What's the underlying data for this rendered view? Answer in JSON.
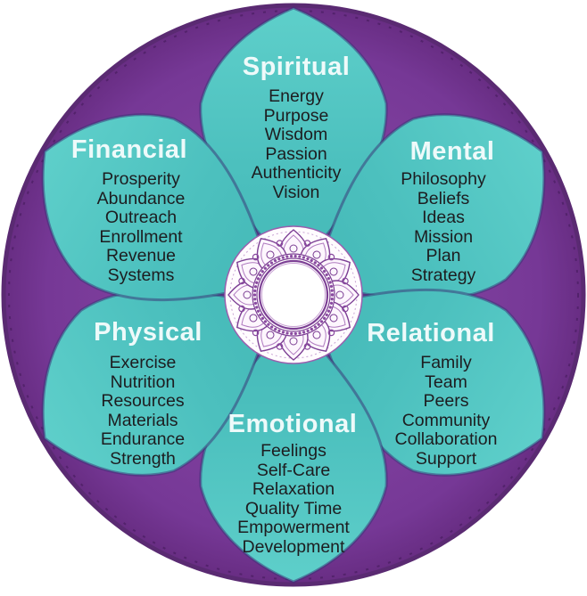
{
  "colors": {
    "petal_teal": "#4cc0be",
    "circle_purple": "#7b3a97",
    "rim_purple": "#5a2a72",
    "title_text": "#eefafa",
    "item_text": "#1d1d20",
    "mandala_line": "#7c3f94"
  },
  "center": {
    "icon": "mandala-icon"
  },
  "sections": {
    "spiritual": {
      "label": "Spiritual",
      "items": [
        "Energy",
        "Purpose",
        "Wisdom",
        "Passion",
        "Authenticity",
        "Vision"
      ]
    },
    "mental": {
      "label": "Mental",
      "items": [
        "Philosophy",
        "Beliefs",
        "Ideas",
        "Mission",
        "Plan",
        "Strategy"
      ]
    },
    "relational": {
      "label": "Relational",
      "items": [
        "Family",
        "Team",
        "Peers",
        "Community",
        "Collaboration",
        "Support"
      ]
    },
    "emotional": {
      "label": "Emotional",
      "items": [
        "Feelings",
        "Self-Care",
        "Relaxation",
        "Quality Time",
        "Empowerment",
        "Development"
      ]
    },
    "physical": {
      "label": "Physical",
      "items": [
        "Exercise",
        "Nutrition",
        "Resources",
        "Materials",
        "Endurance",
        "Strength"
      ]
    },
    "financial": {
      "label": "Financial",
      "items": [
        "Prosperity",
        "Abundance",
        "Outreach",
        "Enrollment",
        "Revenue",
        "Systems"
      ]
    }
  }
}
